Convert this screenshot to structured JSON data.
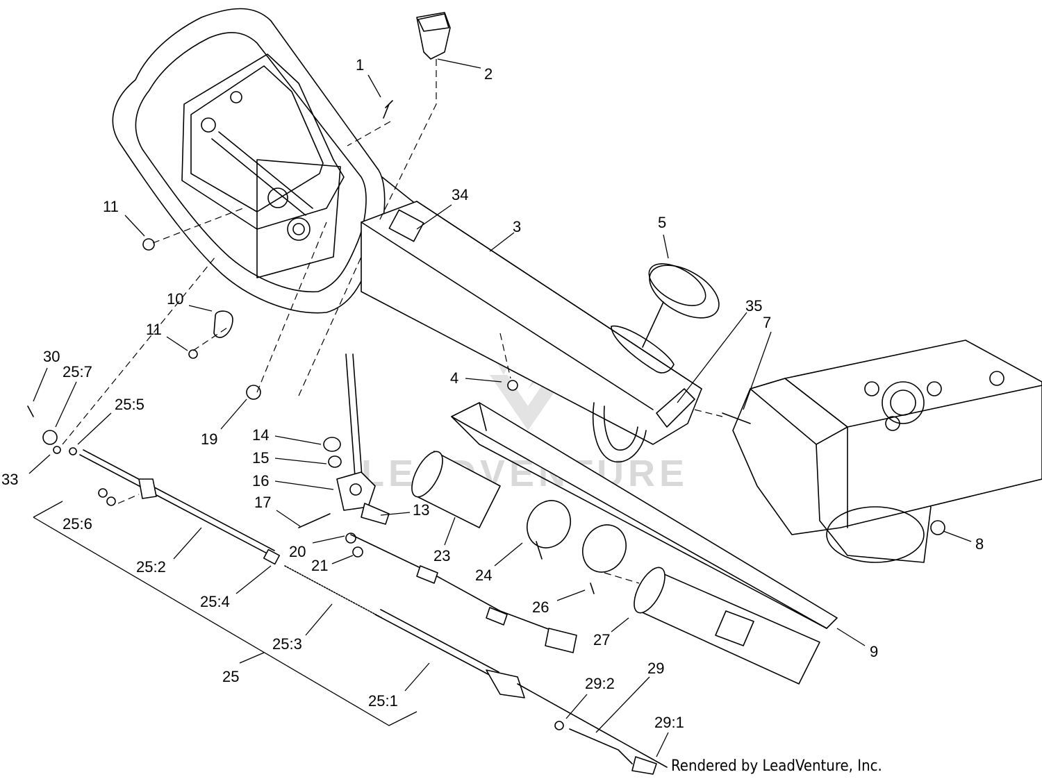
{
  "watermark": {
    "text": "LEADVENTURE"
  },
  "credit": {
    "text": "Rendered by LeadVenture, Inc."
  },
  "callouts": [
    {
      "id": "c1",
      "text": "1"
    },
    {
      "id": "c2",
      "text": "2"
    },
    {
      "id": "c3",
      "text": "3"
    },
    {
      "id": "c4",
      "text": "4"
    },
    {
      "id": "c5",
      "text": "5"
    },
    {
      "id": "c7",
      "text": "7"
    },
    {
      "id": "c8",
      "text": "8"
    },
    {
      "id": "c9",
      "text": "9"
    },
    {
      "id": "c10",
      "text": "10"
    },
    {
      "id": "c11a",
      "text": "11"
    },
    {
      "id": "c11b",
      "text": "11"
    },
    {
      "id": "c13",
      "text": "13"
    },
    {
      "id": "c14",
      "text": "14"
    },
    {
      "id": "c15",
      "text": "15"
    },
    {
      "id": "c16",
      "text": "16"
    },
    {
      "id": "c17",
      "text": "17"
    },
    {
      "id": "c19",
      "text": "19"
    },
    {
      "id": "c20",
      "text": "20"
    },
    {
      "id": "c21",
      "text": "21"
    },
    {
      "id": "c23",
      "text": "23"
    },
    {
      "id": "c24",
      "text": "24"
    },
    {
      "id": "c25",
      "text": "25"
    },
    {
      "id": "c25_1",
      "text": "25:1"
    },
    {
      "id": "c25_2",
      "text": "25:2"
    },
    {
      "id": "c25_3",
      "text": "25:3"
    },
    {
      "id": "c25_4",
      "text": "25:4"
    },
    {
      "id": "c25_5",
      "text": "25:5"
    },
    {
      "id": "c25_6",
      "text": "25:6"
    },
    {
      "id": "c25_7",
      "text": "25:7"
    },
    {
      "id": "c26",
      "text": "26"
    },
    {
      "id": "c27",
      "text": "27"
    },
    {
      "id": "c29",
      "text": "29"
    },
    {
      "id": "c29_1",
      "text": "29:1"
    },
    {
      "id": "c29_2",
      "text": "29:2"
    },
    {
      "id": "c30",
      "text": "30"
    },
    {
      "id": "c33",
      "text": "33"
    },
    {
      "id": "c34",
      "text": "34"
    },
    {
      "id": "c35",
      "text": "35"
    }
  ]
}
